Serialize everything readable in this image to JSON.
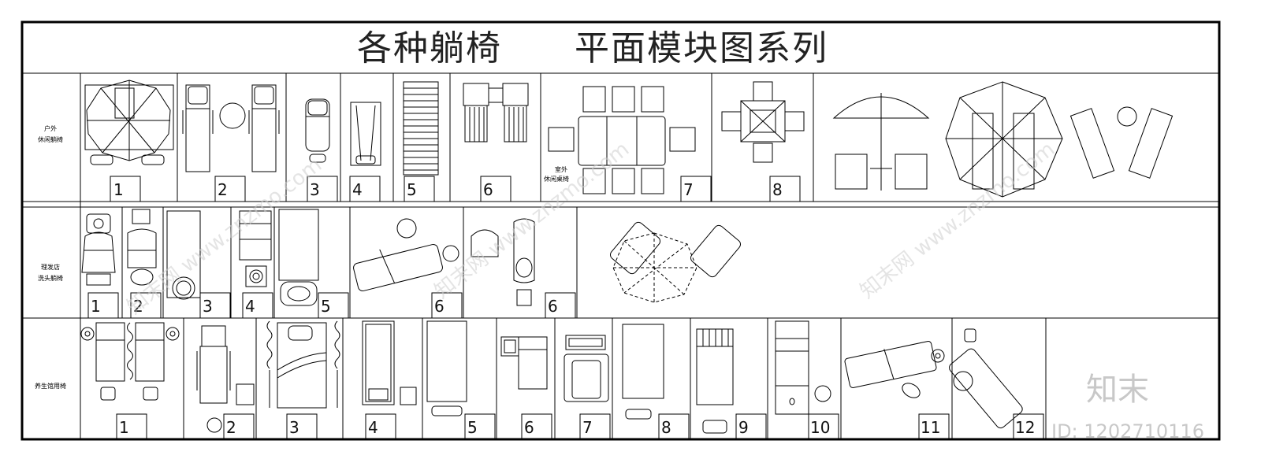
{
  "title": "各种躺椅　　平面模块图系列",
  "rows": [
    {
      "label_line1": "户外",
      "label_line2": "休闲躺椅",
      "numbers": [
        "1",
        "2",
        "3",
        "4",
        "5",
        "6",
        "7",
        "8"
      ]
    },
    {
      "label_line1": "理发店",
      "label_line2": "洗头躺椅",
      "numbers": [
        "1",
        "2",
        "3",
        "4",
        "5",
        "6",
        "6"
      ]
    },
    {
      "label_line1": "养生馆用椅",
      "label_line2": "",
      "numbers": [
        "1",
        "2",
        "3",
        "4",
        "5",
        "6",
        "7",
        "8",
        "9",
        "10",
        "11",
        "12"
      ]
    }
  ],
  "indoor_label_line1": "室外",
  "indoor_label_line2": "休闲桌椅",
  "watermark": "知末网 www.znzmo.com",
  "logo": "知末",
  "id_text": "ID: 1202710116"
}
